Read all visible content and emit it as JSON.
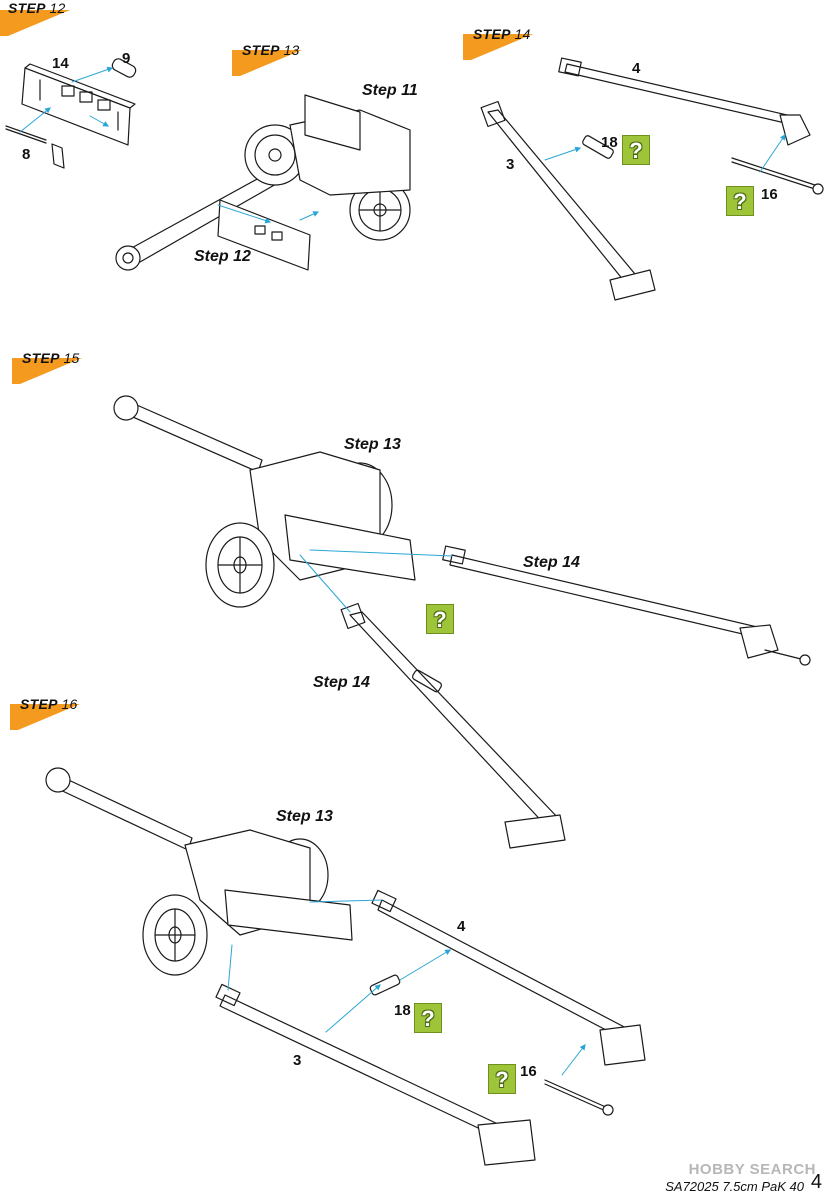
{
  "steps": {
    "s12": {
      "word": "STEP",
      "num": "12"
    },
    "s13": {
      "word": "STEP",
      "num": "13"
    },
    "s14": {
      "word": "STEP",
      "num": "14"
    },
    "s15": {
      "word": "STEP",
      "num": "15"
    },
    "s16": {
      "word": "STEP",
      "num": "16"
    }
  },
  "refs": {
    "step11": "Step 11",
    "step12": "Step 12",
    "step13a": "Step 13",
    "step13b": "Step 13",
    "step14a": "Step 14",
    "step14b": "Step 14"
  },
  "parts": {
    "p14": "14",
    "p9": "9",
    "p8": "8",
    "p4a": "4",
    "p3a": "3",
    "p18a": "18",
    "p16a": "16",
    "p4b": "4",
    "p3b": "3",
    "p18b": "18",
    "p16b": "16"
  },
  "question_mark": "?",
  "footer": {
    "code": "SA72025 7.5cm PaK 40",
    "page": "4",
    "watermark": "HOBBY SEARCH"
  },
  "colors": {
    "step_tab": "#f39a1f",
    "question_box": "#9ec43a",
    "arrow": "#2aa6d6",
    "outline": "#1a1a1a"
  }
}
